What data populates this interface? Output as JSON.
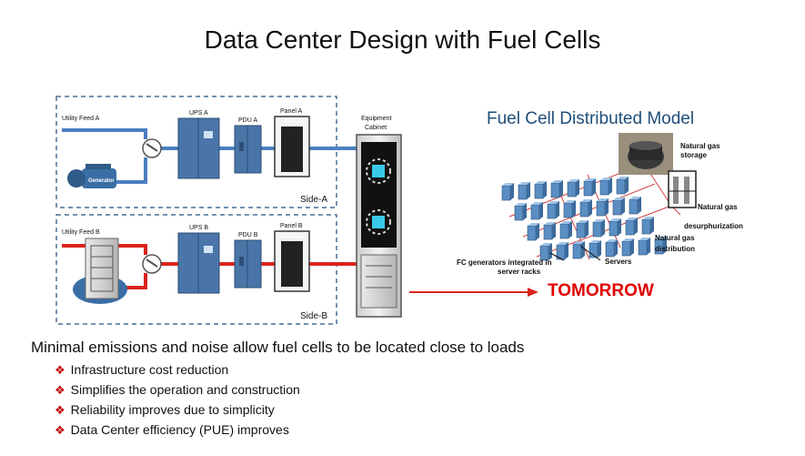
{
  "title": "Data Center Design with Fuel Cells",
  "left_diagram": {
    "utility_feed_a": "Utility Feed A",
    "utility_feed_b": "Utility Feed B",
    "generator": "Generator",
    "ups_a": "UPS A",
    "ups_b": "UPS B",
    "pdu_a": "PDU A",
    "pdu_b": "PDU B",
    "panel_a": "Panel A",
    "panel_b": "Panel B",
    "main_breaker": "Main Breaker",
    "side_a": "Side-A",
    "side_b": "Side-B",
    "equipment_cabinet": [
      "Equipment",
      "Cabinet"
    ]
  },
  "right_diagram": {
    "title": "Fuel Cell Distributed Model",
    "natural_gas_storage": [
      "Natural gas",
      "storage"
    ],
    "natural_gas_desurphurization": [
      "Natural gas",
      "desurphurization"
    ],
    "natural_gas_distribution": [
      "Natural gas",
      "distribution"
    ],
    "servers": "Servers",
    "fc_generators": [
      "FC generators integrated in",
      "server racks"
    ],
    "tomorrow": "TOMORROW"
  },
  "colors": {
    "side_a_line": "#4a7fc1",
    "side_b_line": "#d9241c",
    "equipment_blue": "#4a75a8",
    "heading_blue": "#1f4e79",
    "tomorrow_red": "#e00000",
    "bullet_red": "#c00000"
  },
  "main_text": "Minimal emissions and noise allow fuel cells to be located close to loads",
  "bullets": [
    "Infrastructure cost reduction",
    "Simplifies the operation and construction",
    "Reliability improves due to simplicity",
    "Data Center efficiency (PUE) improves"
  ],
  "bullet_marker": "❖"
}
